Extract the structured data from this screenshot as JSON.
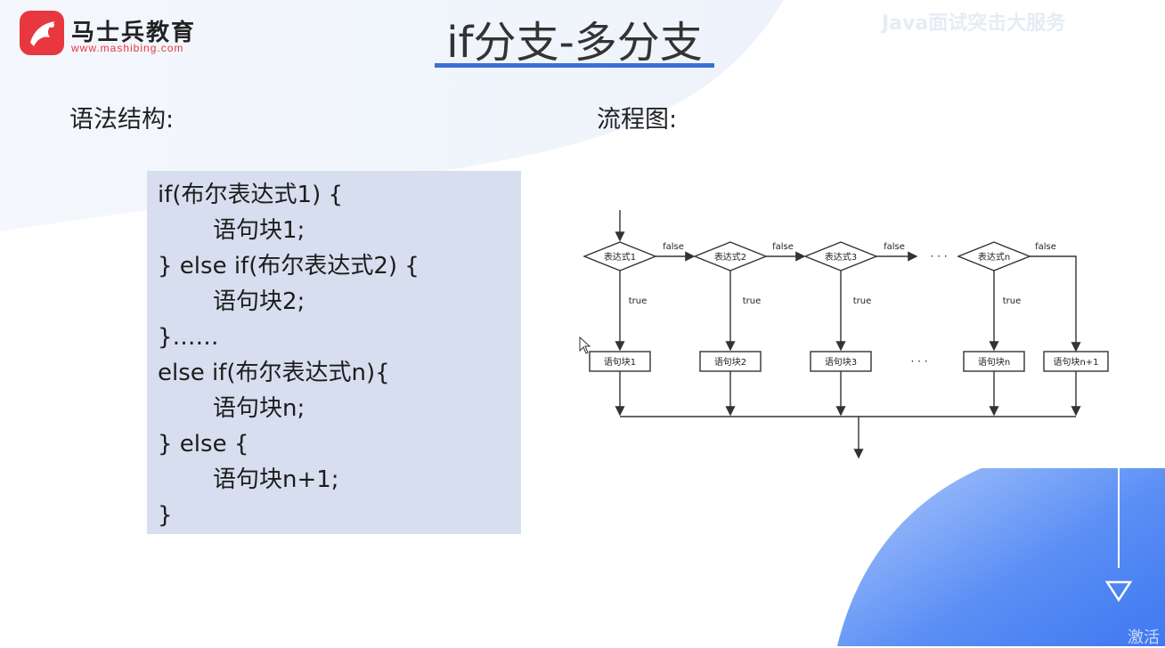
{
  "header": {
    "logo_name": "马士兵教育",
    "logo_url": "www.mashibing.com",
    "title": "if分支-多分支",
    "watermark": "Java面试突击大服务"
  },
  "left": {
    "label": "语法结构:",
    "code_lines": [
      "if(布尔表达式1) {",
      "语句块1;",
      "} else if(布尔表达式2) {",
      "语句块2;",
      "}……",
      "else if(布尔表达式n){",
      "语句块n;",
      "} else {",
      "语句块n+1;",
      "}"
    ]
  },
  "right": {
    "label": "流程图:",
    "flow": {
      "conditions": [
        "表达式1",
        "表达式2",
        "表达式3",
        "表达式n"
      ],
      "blocks": [
        "语句块1",
        "语句块2",
        "语句块3",
        "语句块n",
        "语句块n+1"
      ],
      "false_label": "false",
      "true_label": "true",
      "ellipsis": "· · ·"
    }
  },
  "footer": {
    "corner_text": "激活"
  },
  "colors": {
    "accent": "#3b6fd6",
    "brand": "#e8373f",
    "code_bg": "#d6deef",
    "blob": "#5b8ff5"
  }
}
